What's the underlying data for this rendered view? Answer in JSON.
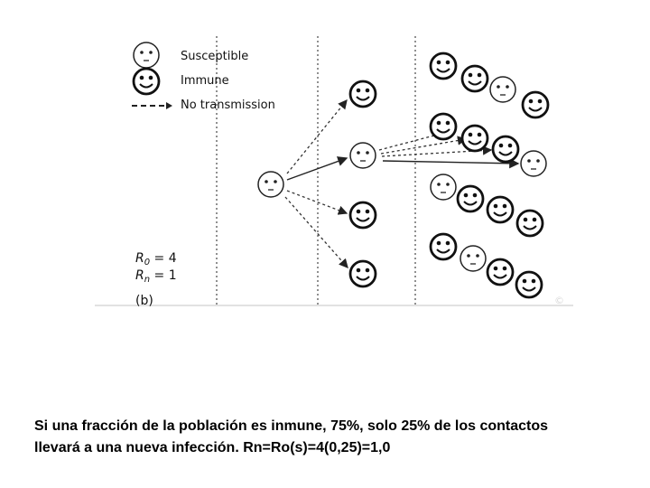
{
  "legend": {
    "susceptible": "Susceptible",
    "immune": "Immune",
    "no_transmission": "No transmission"
  },
  "r0": {
    "symbol": "R",
    "sub": "0",
    "rest": " = 4"
  },
  "rn": {
    "symbol": "R",
    "sub": "n",
    "rest": " = 1"
  },
  "panel_label": "(b)",
  "caption": {
    "line1": "Si una fracción de la población es inmune, 75%, solo 25% de los contactos",
    "line2": "llevará a una nueva infección. Rn=Ro(s)=4(0,25)=1,0"
  }
}
